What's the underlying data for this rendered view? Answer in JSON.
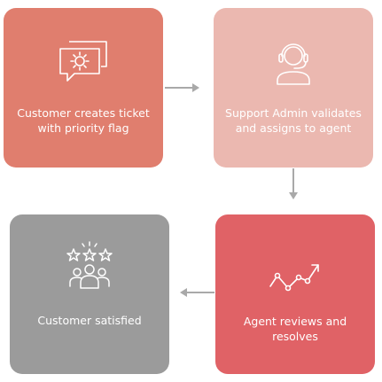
{
  "colors": {
    "card1": "#e07e6e",
    "card2": "#ebb8b0",
    "card3": "#e06266",
    "card4": "#9b9b9b",
    "arrow": "#a9a9a9"
  },
  "steps": [
    {
      "label": "Customer creates ticket\nwith priority flag",
      "icon": "chat-gear-icon"
    },
    {
      "label": "Support Admin validates\nand assigns to agent",
      "icon": "headset-agent-icon"
    },
    {
      "label": "Agent reviews and\nresolves",
      "icon": "trend-line-icon"
    },
    {
      "label": "Customer satisfied",
      "icon": "stars-group-icon"
    }
  ]
}
